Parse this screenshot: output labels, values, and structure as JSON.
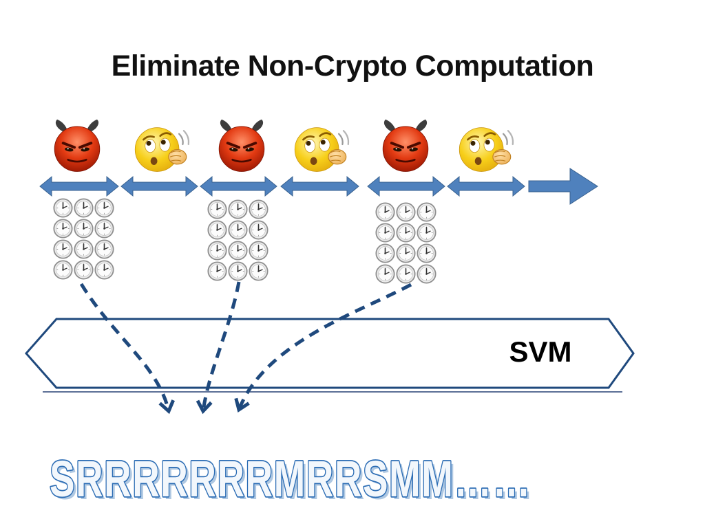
{
  "slide": {
    "title": "Eliminate Non-Crypto Computation",
    "banner": {
      "label": "SVM"
    },
    "bottom_wordart": {
      "text": "SRRRRRRRMRRSMM……"
    },
    "faces": [
      {
        "type": "devil",
        "icon": "devil-face-icon"
      },
      {
        "type": "thinking",
        "icon": "thinking-face-icon"
      },
      {
        "type": "devil",
        "icon": "devil-face-icon"
      },
      {
        "type": "thinking",
        "icon": "thinking-face-icon"
      },
      {
        "type": "devil",
        "icon": "devil-face-icon"
      },
      {
        "type": "thinking",
        "icon": "thinking-face-icon"
      }
    ],
    "clock_grids": [
      {
        "icon": "clock-icon",
        "cols": 3,
        "rows": 4
      },
      {
        "icon": "clock-icon",
        "cols": 3,
        "rows": 4
      },
      {
        "icon": "clock-icon",
        "cols": 3,
        "rows": 4
      }
    ],
    "colors": {
      "timeline_blue": "#4F81BD",
      "dashed_arrow_navy": "#1F497D",
      "banner_border": "#1F497D",
      "wordart_outline": "#2B6CB4",
      "wordart_fill": "#F2F7FC"
    }
  }
}
